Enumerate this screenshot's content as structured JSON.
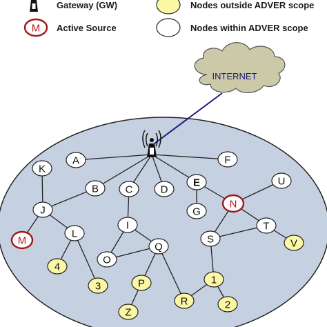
{
  "legend": {
    "gateway": "Gateway (GW)",
    "active_source": "Active Source",
    "active_source_symbol": "M",
    "outside_scope": "Nodes outside ADVER scope",
    "within_scope": "Nodes within ADVER scope"
  },
  "cloud": {
    "label": "INTERNET"
  },
  "colors": {
    "area_fill": "#c5d0e0",
    "cloud_fill": "#cbc9a8",
    "node_within": "#ffffff",
    "node_outside": "#fbf7a5",
    "active_source_text": "#c01818",
    "gw_link": "#1a1a7a"
  },
  "nodes": {
    "A": "A",
    "B": "B",
    "C": "C",
    "D": "D",
    "E": "E",
    "F": "F",
    "G": "G",
    "I": "I",
    "J": "J",
    "K": "K",
    "L": "L",
    "M": "M",
    "N": "N",
    "O": "O",
    "Q": "Q",
    "S": "S",
    "T": "T",
    "U": "U",
    "V": "V",
    "P": "P",
    "Z": "Z",
    "R": "R",
    "n1": "1",
    "n2": "2",
    "n3": "3",
    "n4": "4"
  }
}
